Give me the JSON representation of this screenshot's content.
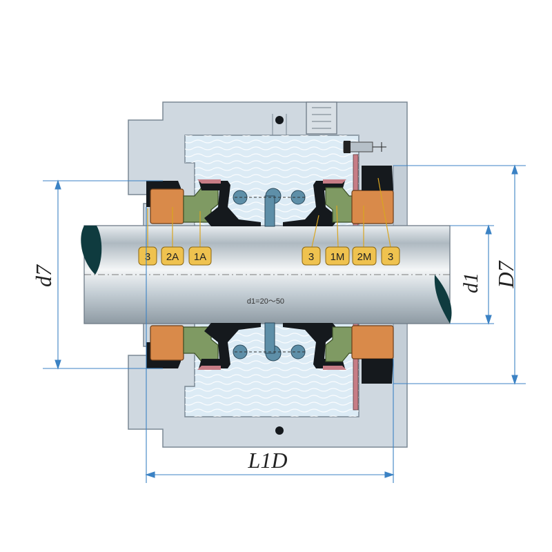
{
  "diagram": {
    "shaft_spec": "d1=20～50",
    "dimensions": {
      "d7": "d7",
      "d1": "d1",
      "D7": "D7",
      "L1D": "L1D"
    },
    "part_labels_left": [
      "3",
      "2A",
      "1A"
    ],
    "part_labels_right": [
      "3",
      "1M",
      "2M",
      "3"
    ],
    "colors": {
      "housing": "#cfd8e0",
      "fluid": "#dcebf5",
      "shaft_mid": "#b9c4cc",
      "seat_ring": "#d98a4a",
      "seal_face": "#7f9a63",
      "elastomer": "#15191d",
      "spring": "#5e8fa8",
      "metal_case": "#c77d86",
      "label_bg": "#efc24f",
      "dimension_line": "#3b82c4",
      "leader_line": "#d9a520"
    }
  }
}
